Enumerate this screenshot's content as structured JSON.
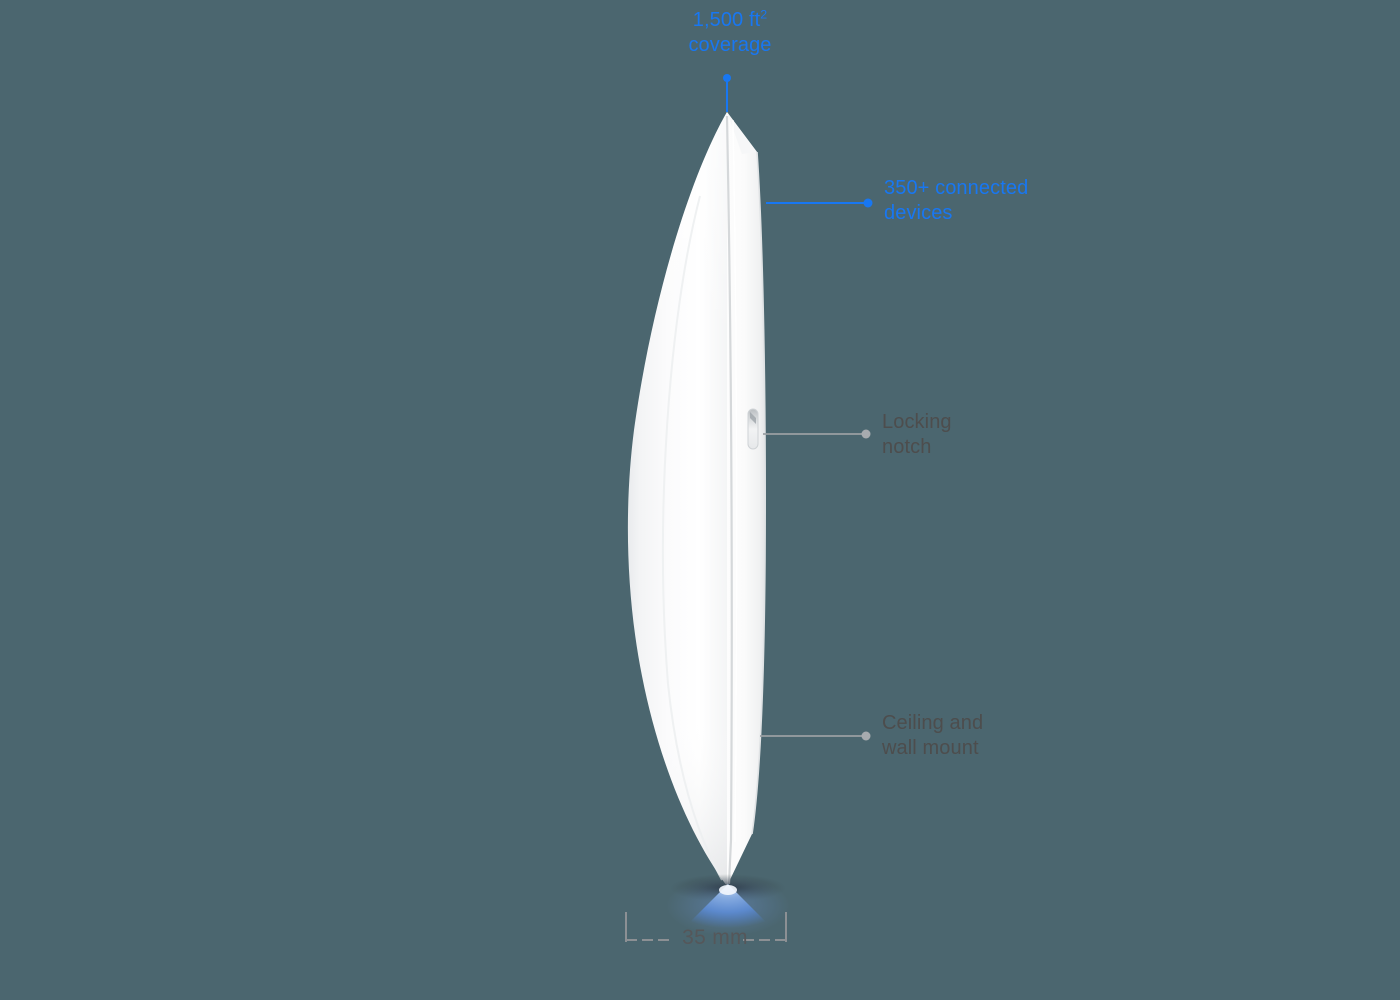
{
  "background_color": "#4b666f",
  "accent_blue": "#1877f2",
  "label_gray": "#4d4d4d",
  "product": {
    "name": "wireless-access-point",
    "view": "side-profile",
    "body_color": "#ffffff",
    "led_color": "#5b8fe0"
  },
  "callouts": [
    {
      "id": "coverage",
      "line1": "1,500 ft",
      "superscript": "2",
      "line2": "coverage",
      "color": "#1877f2",
      "leader": "vertical"
    },
    {
      "id": "devices",
      "text": "350+ connected\ndevices",
      "color": "#1877f2",
      "leader": "horizontal"
    },
    {
      "id": "locking-notch",
      "text": "Locking\nnotch",
      "color": "#4d4d4d",
      "leader": "horizontal"
    },
    {
      "id": "ceiling-wall-mount",
      "text": "Ceiling and\nwall mount",
      "color": "#4d4d4d",
      "leader": "horizontal"
    }
  ],
  "dimension": {
    "value": "35 mm",
    "axis": "depth",
    "color": "#55575a"
  }
}
